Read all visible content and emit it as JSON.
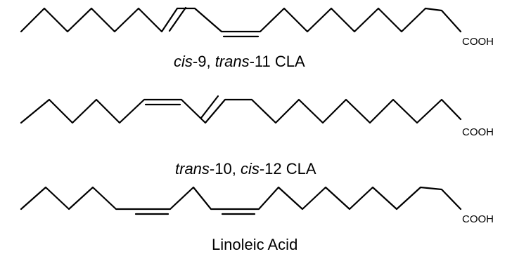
{
  "molecules": [
    {
      "group": "COOH",
      "caption": {
        "a_italic": "cis",
        "a_rest": "-9, ",
        "b_italic": "trans",
        "b_rest": "-11 CLA"
      }
    },
    {
      "group": "COOH",
      "caption": {
        "a_italic": "trans",
        "a_rest": "-10, ",
        "b_italic": "cis",
        "b_rest": "-12 CLA"
      }
    },
    {
      "group": "COOH",
      "caption": {
        "a_italic": "",
        "a_rest": "Linoleic Acid",
        "b_italic": "",
        "b_rest": ""
      }
    }
  ]
}
